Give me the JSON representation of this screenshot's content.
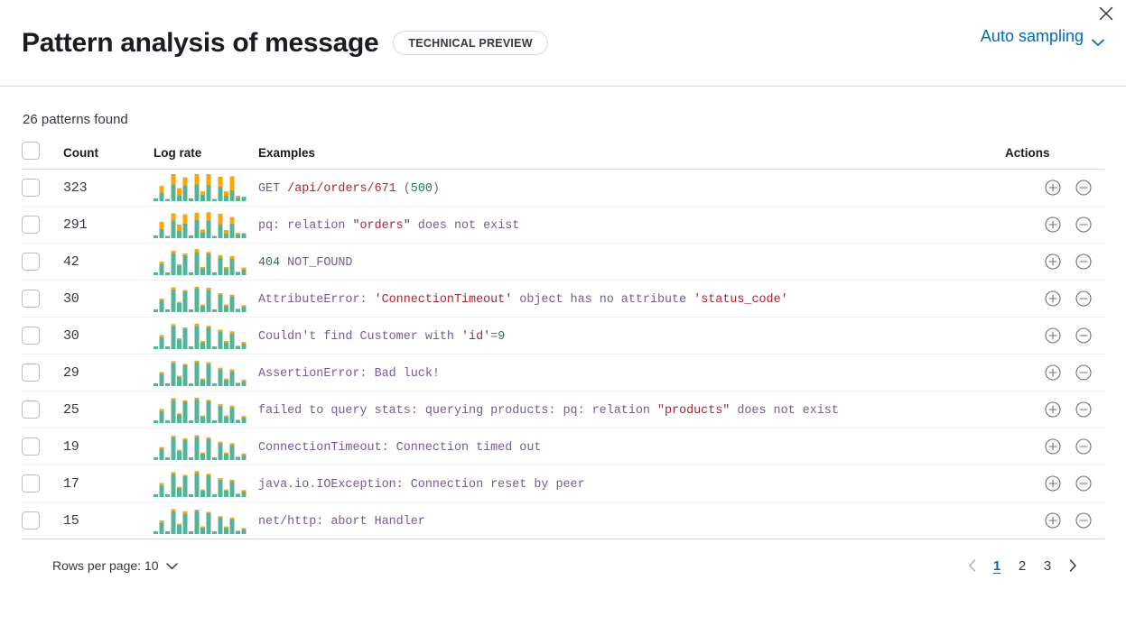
{
  "header": {
    "title": "Pattern analysis of message",
    "badge": "TECHNICAL PREVIEW",
    "sampling_label": "Auto sampling",
    "sampling_icon": "chevron-down-icon",
    "close_icon": "close-icon"
  },
  "summary": {
    "patterns_found": "26 patterns found"
  },
  "table": {
    "columns": {
      "select": "",
      "count": "Count",
      "log_rate": "Log rate",
      "examples": "Examples",
      "actions": "Actions"
    },
    "rows": [
      {
        "count": "323",
        "example": "GET /api/orders/671 (500)",
        "tokens": [
          {
            "t": "GET ",
            "k": "t"
          },
          {
            "t": "/api/orders/671",
            "k": "s"
          },
          {
            "t": " (",
            "k": "t"
          },
          {
            "t": "500",
            "k": "n"
          },
          {
            "t": ")",
            "k": "t"
          }
        ],
        "spark": [
          {
            "teal": 10,
            "orange": 0
          },
          {
            "teal": 30,
            "orange": 26
          },
          {
            "teal": 8,
            "orange": 0
          },
          {
            "teal": 62,
            "orange": 38
          },
          {
            "teal": 22,
            "orange": 26
          },
          {
            "teal": 58,
            "orange": 30
          },
          {
            "teal": 10,
            "orange": 0
          },
          {
            "teal": 62,
            "orange": 38
          },
          {
            "teal": 24,
            "orange": 12
          },
          {
            "teal": 60,
            "orange": 40
          },
          {
            "teal": 8,
            "orange": 0
          },
          {
            "teal": 54,
            "orange": 36
          },
          {
            "teal": 20,
            "orange": 16
          },
          {
            "teal": 40,
            "orange": 52
          },
          {
            "teal": 14,
            "orange": 6
          },
          {
            "teal": 16,
            "orange": 0
          }
        ]
      },
      {
        "count": "291",
        "example": "pq: relation \"orders\" does not exist",
        "tokens": [
          {
            "t": "pq: relation ",
            "k": "t"
          },
          {
            "t": "\"orders\"",
            "k": "s"
          },
          {
            "t": " does not exist",
            "k": "t"
          }
        ],
        "spark": [
          {
            "teal": 10,
            "orange": 0
          },
          {
            "teal": 34,
            "orange": 26
          },
          {
            "teal": 8,
            "orange": 0
          },
          {
            "teal": 66,
            "orange": 26
          },
          {
            "teal": 28,
            "orange": 22
          },
          {
            "teal": 54,
            "orange": 34
          },
          {
            "teal": 10,
            "orange": 0
          },
          {
            "teal": 68,
            "orange": 26
          },
          {
            "teal": 22,
            "orange": 10
          },
          {
            "teal": 66,
            "orange": 30
          },
          {
            "teal": 8,
            "orange": 0
          },
          {
            "teal": 52,
            "orange": 38
          },
          {
            "teal": 18,
            "orange": 12
          },
          {
            "teal": 54,
            "orange": 24
          },
          {
            "teal": 14,
            "orange": 6
          },
          {
            "teal": 18,
            "orange": 0
          }
        ]
      },
      {
        "count": "42",
        "example": "404 NOT_FOUND",
        "tokens": [
          {
            "t": "404",
            "k": "n"
          },
          {
            "t": " NOT_FOUND",
            "k": "t"
          }
        ],
        "spark": [
          {
            "teal": 10,
            "orange": 0
          },
          {
            "teal": 42,
            "orange": 8
          },
          {
            "teal": 10,
            "orange": 0
          },
          {
            "teal": 82,
            "orange": 8
          },
          {
            "teal": 36,
            "orange": 4
          },
          {
            "teal": 74,
            "orange": 6
          },
          {
            "teal": 10,
            "orange": 0
          },
          {
            "teal": 86,
            "orange": 10
          },
          {
            "teal": 26,
            "orange": 4
          },
          {
            "teal": 80,
            "orange": 6
          },
          {
            "teal": 10,
            "orange": 0
          },
          {
            "teal": 66,
            "orange": 8
          },
          {
            "teal": 26,
            "orange": 4
          },
          {
            "teal": 60,
            "orange": 10
          },
          {
            "teal": 12,
            "orange": 0
          },
          {
            "teal": 20,
            "orange": 8
          }
        ]
      },
      {
        "count": "30",
        "example": "AttributeError: 'ConnectionTimeout' object has no attribute 'status_code'",
        "tokens": [
          {
            "t": "AttributeError: ",
            "k": "t"
          },
          {
            "t": "'ConnectionTimeout'",
            "k": "s"
          },
          {
            "t": " object has no attribute ",
            "k": "t"
          },
          {
            "t": "'status_code'",
            "k": "s"
          }
        ],
        "spark": [
          {
            "teal": 10,
            "orange": 0
          },
          {
            "teal": 44,
            "orange": 6
          },
          {
            "teal": 10,
            "orange": 0
          },
          {
            "teal": 84,
            "orange": 8
          },
          {
            "teal": 34,
            "orange": 4
          },
          {
            "teal": 78,
            "orange": 4
          },
          {
            "teal": 10,
            "orange": 0
          },
          {
            "teal": 88,
            "orange": 6
          },
          {
            "teal": 24,
            "orange": 4
          },
          {
            "teal": 82,
            "orange": 8
          },
          {
            "teal": 10,
            "orange": 0
          },
          {
            "teal": 64,
            "orange": 6
          },
          {
            "teal": 24,
            "orange": 4
          },
          {
            "teal": 58,
            "orange": 6
          },
          {
            "teal": 12,
            "orange": 0
          },
          {
            "teal": 20,
            "orange": 6
          }
        ]
      },
      {
        "count": "30",
        "example": "Couldn't find Customer with 'id'=9",
        "tokens": [
          {
            "t": "Couldn't find Customer with ",
            "k": "t"
          },
          {
            "t": "'id'",
            "k": "s"
          },
          {
            "t": "=",
            "k": "t"
          },
          {
            "t": "9",
            "k": "n"
          }
        ],
        "spark": [
          {
            "teal": 10,
            "orange": 0
          },
          {
            "teal": 44,
            "orange": 8
          },
          {
            "teal": 10,
            "orange": 0
          },
          {
            "teal": 84,
            "orange": 8
          },
          {
            "teal": 36,
            "orange": 4
          },
          {
            "teal": 76,
            "orange": 4
          },
          {
            "teal": 10,
            "orange": 0
          },
          {
            "teal": 86,
            "orange": 8
          },
          {
            "teal": 26,
            "orange": 4
          },
          {
            "teal": 80,
            "orange": 6
          },
          {
            "teal": 10,
            "orange": 0
          },
          {
            "teal": 66,
            "orange": 6
          },
          {
            "teal": 26,
            "orange": 4
          },
          {
            "teal": 58,
            "orange": 8
          },
          {
            "teal": 12,
            "orange": 0
          },
          {
            "teal": 20,
            "orange": 6
          }
        ]
      },
      {
        "count": "29",
        "example": "AssertionError: Bad luck!",
        "tokens": [
          {
            "t": "AssertionError: Bad luck!",
            "k": "t"
          }
        ],
        "spark": [
          {
            "teal": 10,
            "orange": 0
          },
          {
            "teal": 46,
            "orange": 6
          },
          {
            "teal": 10,
            "orange": 0
          },
          {
            "teal": 86,
            "orange": 6
          },
          {
            "teal": 34,
            "orange": 4
          },
          {
            "teal": 78,
            "orange": 4
          },
          {
            "teal": 10,
            "orange": 0
          },
          {
            "teal": 88,
            "orange": 6
          },
          {
            "teal": 24,
            "orange": 4
          },
          {
            "teal": 82,
            "orange": 6
          },
          {
            "teal": 10,
            "orange": 0
          },
          {
            "teal": 62,
            "orange": 6
          },
          {
            "teal": 24,
            "orange": 4
          },
          {
            "teal": 56,
            "orange": 6
          },
          {
            "teal": 12,
            "orange": 0
          },
          {
            "teal": 18,
            "orange": 6
          }
        ]
      },
      {
        "count": "25",
        "example": "failed to query stats: querying products: pq: relation \"products\" does not exist",
        "tokens": [
          {
            "t": "failed to query stats: querying products: pq: relation ",
            "k": "t"
          },
          {
            "t": "\"products\"",
            "k": "s"
          },
          {
            "t": " does not exist",
            "k": "t"
          }
        ],
        "spark": [
          {
            "teal": 10,
            "orange": 0
          },
          {
            "teal": 44,
            "orange": 8
          },
          {
            "teal": 10,
            "orange": 0
          },
          {
            "teal": 86,
            "orange": 6
          },
          {
            "teal": 32,
            "orange": 4
          },
          {
            "teal": 80,
            "orange": 4
          },
          {
            "teal": 10,
            "orange": 0
          },
          {
            "teal": 88,
            "orange": 6
          },
          {
            "teal": 24,
            "orange": 4
          },
          {
            "teal": 80,
            "orange": 6
          },
          {
            "teal": 10,
            "orange": 0
          },
          {
            "teal": 64,
            "orange": 6
          },
          {
            "teal": 24,
            "orange": 4
          },
          {
            "teal": 58,
            "orange": 6
          },
          {
            "teal": 12,
            "orange": 0
          },
          {
            "teal": 20,
            "orange": 6
          }
        ]
      },
      {
        "count": "19",
        "example": "ConnectionTimeout: Connection timed out",
        "tokens": [
          {
            "t": "ConnectionTimeout: Connection timed out",
            "k": "t"
          }
        ],
        "spark": [
          {
            "teal": 10,
            "orange": 0
          },
          {
            "teal": 42,
            "orange": 6
          },
          {
            "teal": 10,
            "orange": 0
          },
          {
            "teal": 84,
            "orange": 6
          },
          {
            "teal": 34,
            "orange": 4
          },
          {
            "teal": 76,
            "orange": 4
          },
          {
            "teal": 10,
            "orange": 0
          },
          {
            "teal": 86,
            "orange": 6
          },
          {
            "teal": 24,
            "orange": 4
          },
          {
            "teal": 78,
            "orange": 6
          },
          {
            "teal": 10,
            "orange": 0
          },
          {
            "teal": 62,
            "orange": 6
          },
          {
            "teal": 24,
            "orange": 4
          },
          {
            "teal": 56,
            "orange": 6
          },
          {
            "teal": 12,
            "orange": 0
          },
          {
            "teal": 18,
            "orange": 6
          }
        ]
      },
      {
        "count": "17",
        "example": "java.io.IOException: Connection reset by peer",
        "tokens": [
          {
            "t": "java.io.IOException: Connection reset by peer",
            "k": "t"
          }
        ],
        "spark": [
          {
            "teal": 10,
            "orange": 0
          },
          {
            "teal": 44,
            "orange": 8
          },
          {
            "teal": 10,
            "orange": 0
          },
          {
            "teal": 86,
            "orange": 6
          },
          {
            "teal": 34,
            "orange": 4
          },
          {
            "teal": 78,
            "orange": 4
          },
          {
            "teal": 10,
            "orange": 0
          },
          {
            "teal": 88,
            "orange": 8
          },
          {
            "teal": 24,
            "orange": 4
          },
          {
            "teal": 80,
            "orange": 6
          },
          {
            "teal": 10,
            "orange": 0
          },
          {
            "teal": 64,
            "orange": 6
          },
          {
            "teal": 24,
            "orange": 4
          },
          {
            "teal": 58,
            "orange": 6
          },
          {
            "teal": 12,
            "orange": 0
          },
          {
            "teal": 20,
            "orange": 6
          }
        ]
      },
      {
        "count": "15",
        "example": "net/http: abort Handler",
        "tokens": [
          {
            "t": "net/http: abort Handler",
            "k": "t"
          }
        ],
        "spark": [
          {
            "teal": 10,
            "orange": 0
          },
          {
            "teal": 42,
            "orange": 8
          },
          {
            "teal": 10,
            "orange": 0
          },
          {
            "teal": 84,
            "orange": 8
          },
          {
            "teal": 34,
            "orange": 4
          },
          {
            "teal": 76,
            "orange": 8
          },
          {
            "teal": 10,
            "orange": 0
          },
          {
            "teal": 86,
            "orange": 4
          },
          {
            "teal": 24,
            "orange": 4
          },
          {
            "teal": 78,
            "orange": 4
          },
          {
            "teal": 10,
            "orange": 0
          },
          {
            "teal": 62,
            "orange": 4
          },
          {
            "teal": 24,
            "orange": 4
          },
          {
            "teal": 56,
            "orange": 4
          },
          {
            "teal": 12,
            "orange": 0
          },
          {
            "teal": 18,
            "orange": 4
          }
        ]
      }
    ],
    "row_action_icons": [
      "circle-plus-icon",
      "circle-minus-icon"
    ]
  },
  "footer": {
    "rows_per_page_label": "Rows per page: 10",
    "rows_per_page_icon": "chevron-down-icon",
    "prev_icon": "chevron-left-icon",
    "next_icon": "chevron-right-icon",
    "pages": [
      "1",
      "2",
      "3"
    ],
    "active_page": "1"
  },
  "colors": {
    "accent": "#006bb8",
    "bar_teal": "#54b399",
    "bar_orange": "#fba607",
    "text": "#343741",
    "border": "#d3dae6",
    "token_text": "#765b96",
    "token_string": "#a02a37",
    "token_number": "#1f7d52"
  }
}
